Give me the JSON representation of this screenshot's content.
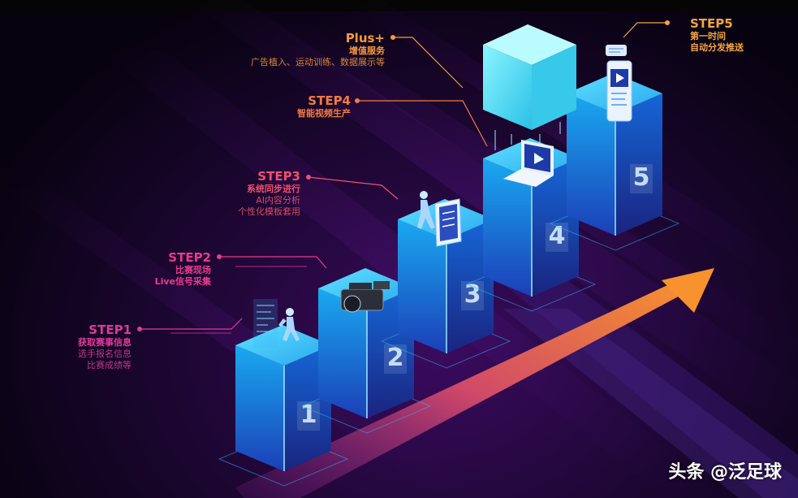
{
  "colors": {
    "step1": "#e0389c",
    "step2": "#ea3a8e",
    "step3": "#f0506a",
    "step4": "#f47a40",
    "plus": "#f79a38",
    "step5": "#f7a540",
    "arrow": "#f07a3a"
  },
  "steps": [
    {
      "id": "step1",
      "title": "STEP1",
      "lines": [
        "获取赛事信息",
        "选手报名信息",
        "比赛成绩等"
      ]
    },
    {
      "id": "step2",
      "title": "STEP2",
      "lines": [
        "比赛现场",
        "Live信号采集"
      ]
    },
    {
      "id": "step3",
      "title": "STEP3",
      "lines": [
        "系统同步进行",
        "AI内容分析",
        "个性化模板套用"
      ]
    },
    {
      "id": "step4",
      "title": "STEP4",
      "lines": [
        "智能视频生产"
      ]
    },
    {
      "id": "plus",
      "title": "Plus+",
      "lines": [
        "增值服务",
        "广告植入、运动训练、数据展示等"
      ]
    },
    {
      "id": "step5",
      "title": "STEP5",
      "lines": [
        "第一时间",
        "自动分发推送"
      ]
    }
  ],
  "cube_numbers": [
    "1",
    "2",
    "3",
    "4",
    "5"
  ],
  "icons": [
    "runner-icon",
    "video-camera-icon",
    "tablet-icon",
    "laptop-video-icon",
    "phone-video-icon",
    "cloud-cube-icon",
    "upward-arrow-icon"
  ],
  "watermark": "头条 @泛足球"
}
